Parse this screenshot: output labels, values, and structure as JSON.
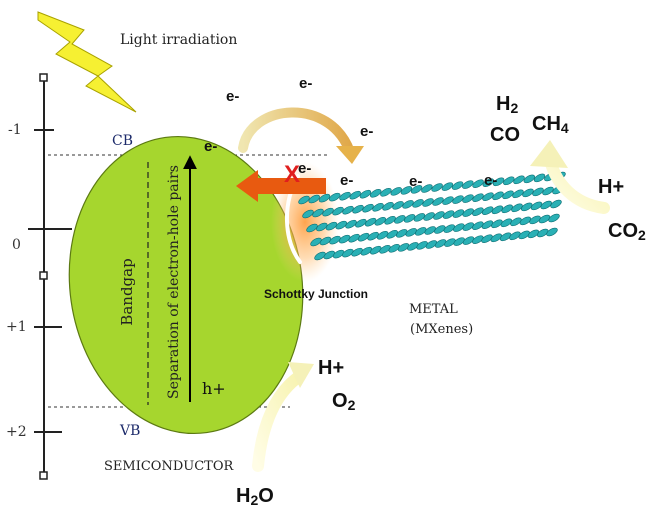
{
  "labels": {
    "light": "Light irradiation",
    "cb": "CB",
    "vb": "VB",
    "bandgap": "Bandgap",
    "separation": "Separation of electron-hole pairs",
    "hole": "h+",
    "semiconductor": "SEMICONDUCTOR",
    "metal": "METAL",
    "mxenes": "(MXenes)",
    "schottky": "Schottky Junction",
    "block_mark": "X"
  },
  "scale": {
    "ticks": [
      {
        "label": "-1"
      },
      {
        "label": "0"
      },
      {
        "label": "+1"
      },
      {
        "label": "+2"
      }
    ]
  },
  "electron": "e-",
  "species": {
    "h2": "H2",
    "co": "CO",
    "ch4": "CH4",
    "h_plus_top": "H+",
    "co2": "CO2",
    "h_plus_bottom": "H+",
    "o2": "O2",
    "h2o": "H2O"
  },
  "colors": {
    "semiconductor": "#a6d62e",
    "mxene": "#2ab0b5",
    "block_arrow": "#e85a10",
    "curved_arrow": "#e8c36e",
    "bolt": "#f6f032"
  }
}
